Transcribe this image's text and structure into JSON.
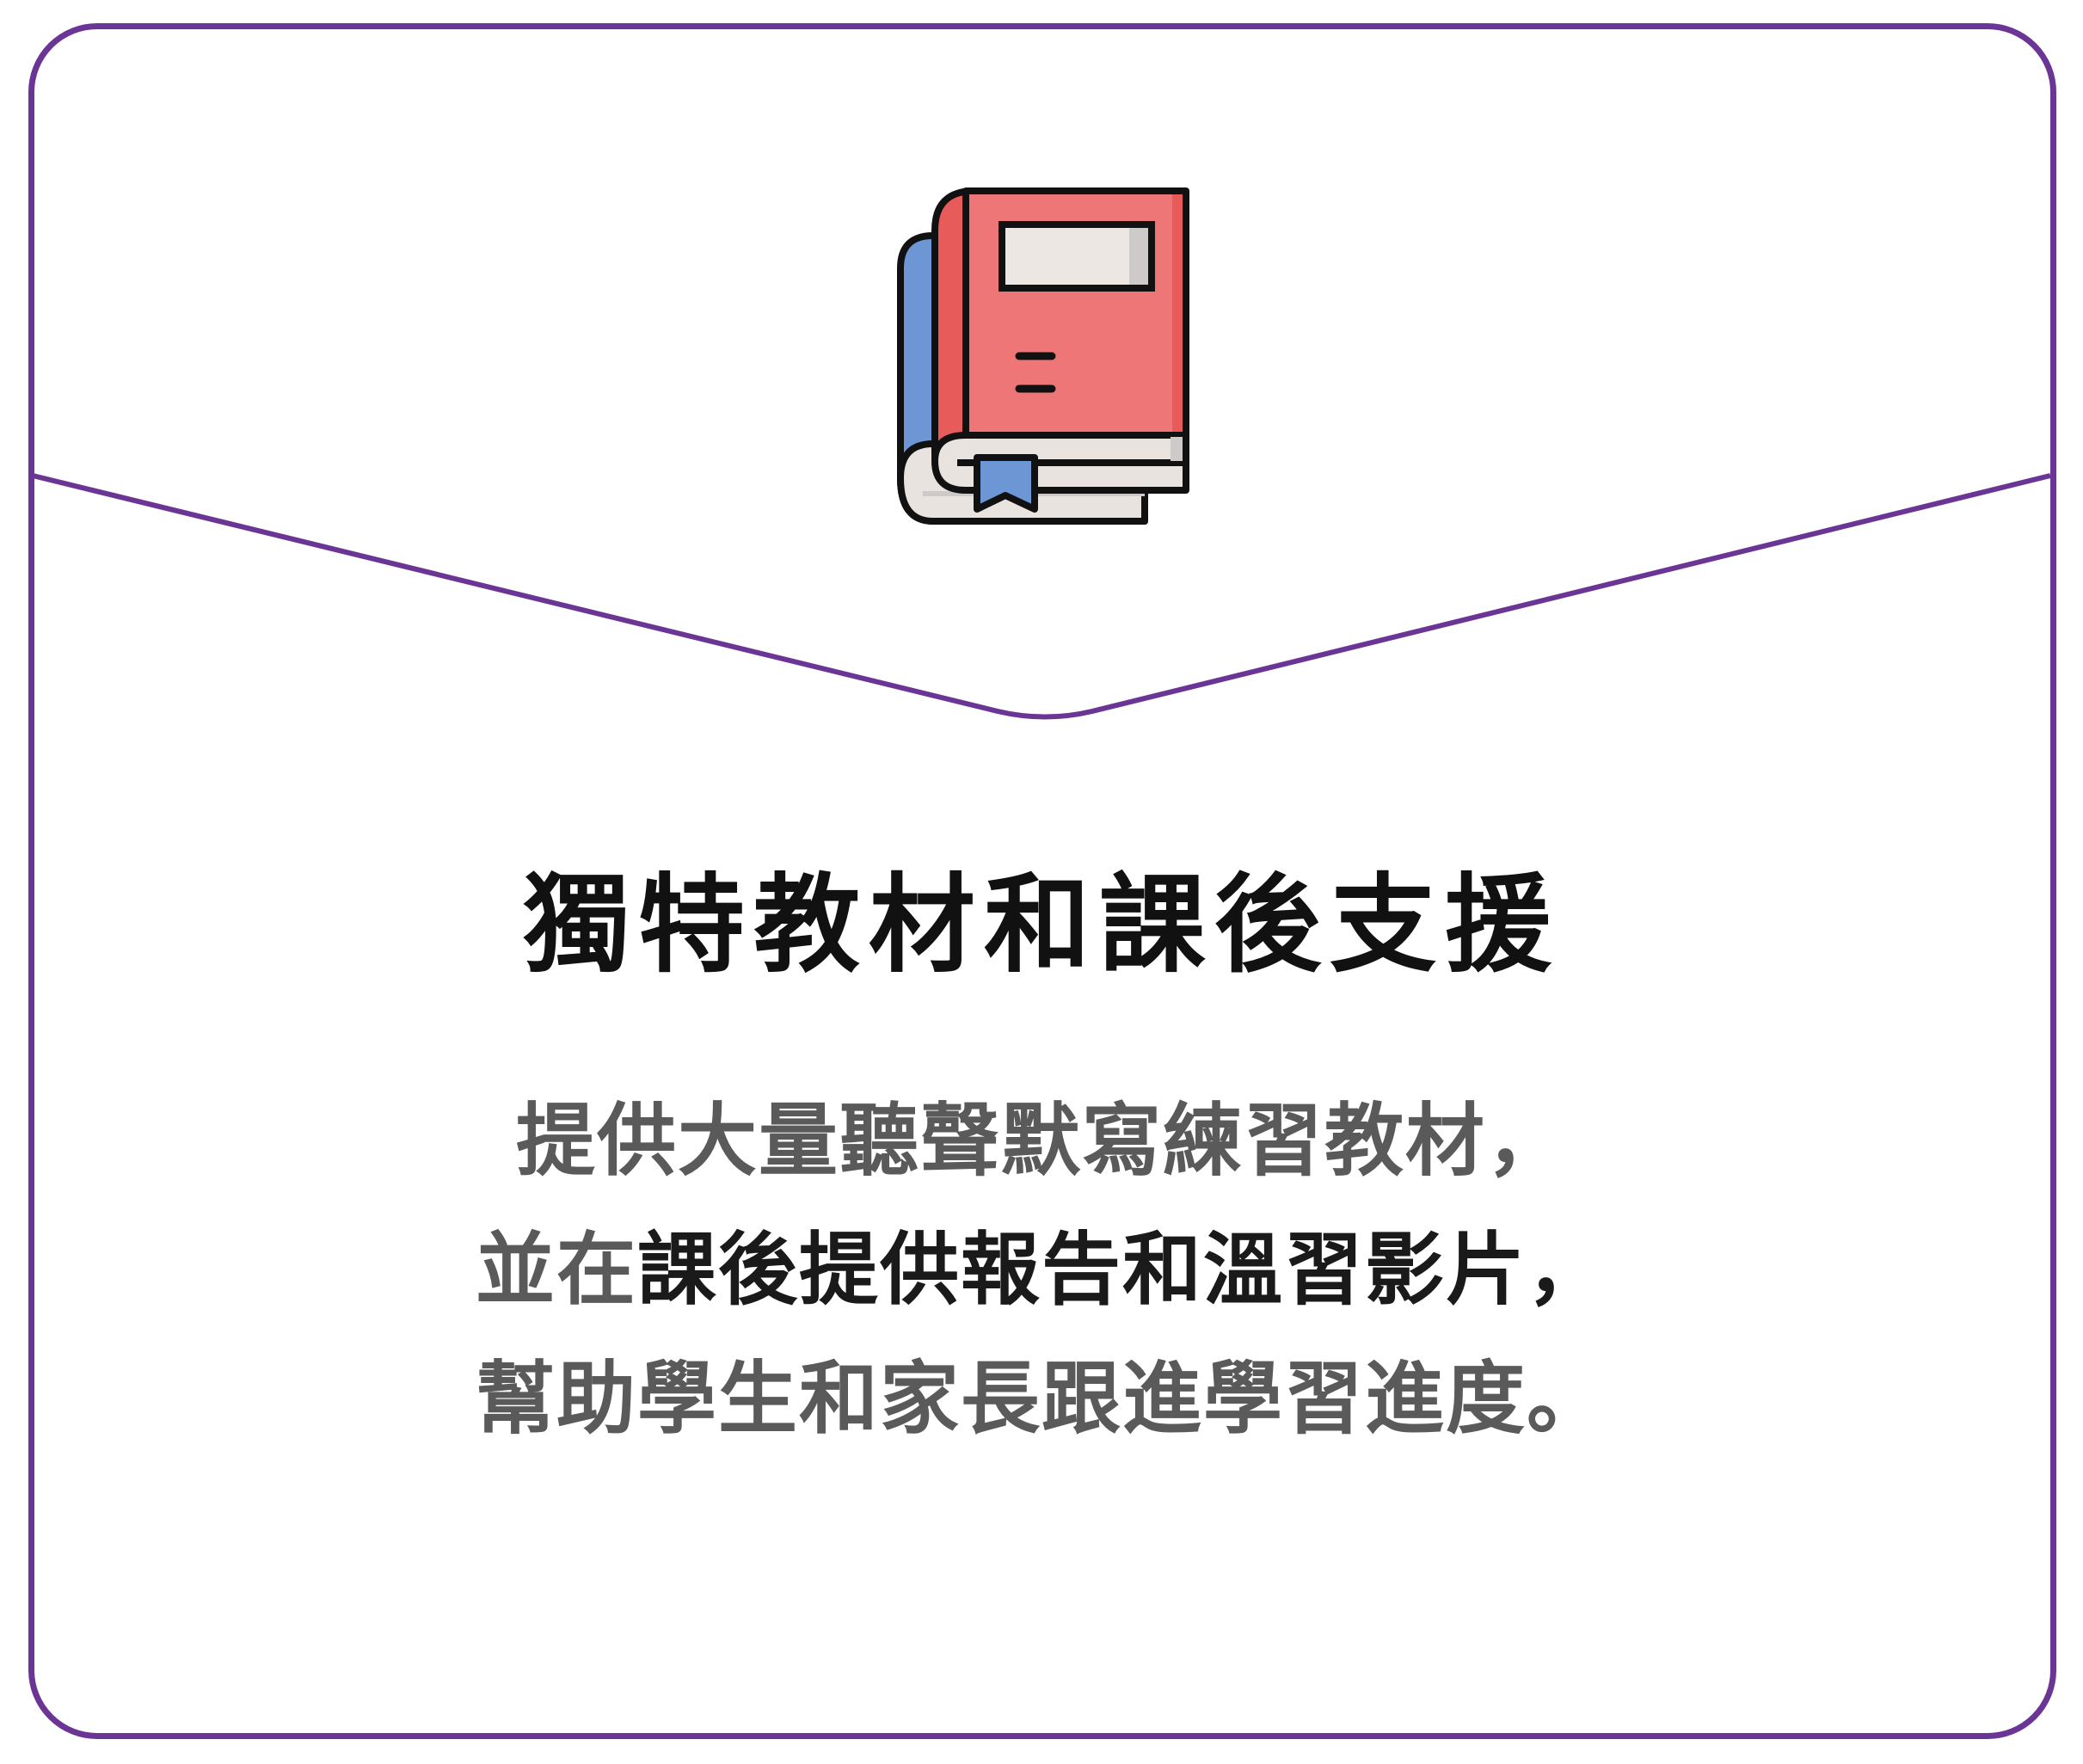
{
  "heading": "獨特教材和課後支援",
  "description": {
    "line1": "提供大量聽聲默寫練習教材，",
    "line2_start": "並在",
    "line2_rest": "課後提供報告和溫習影片，",
    "line3": "幫助學生和家長跟進學習進度。"
  },
  "icon": "books-icon",
  "colors": {
    "border": "#6b3595",
    "book_cover": "#ef7676",
    "book_back": "#6c97d4",
    "heading_text": "#111111",
    "body_text": "#5a5a5a"
  }
}
